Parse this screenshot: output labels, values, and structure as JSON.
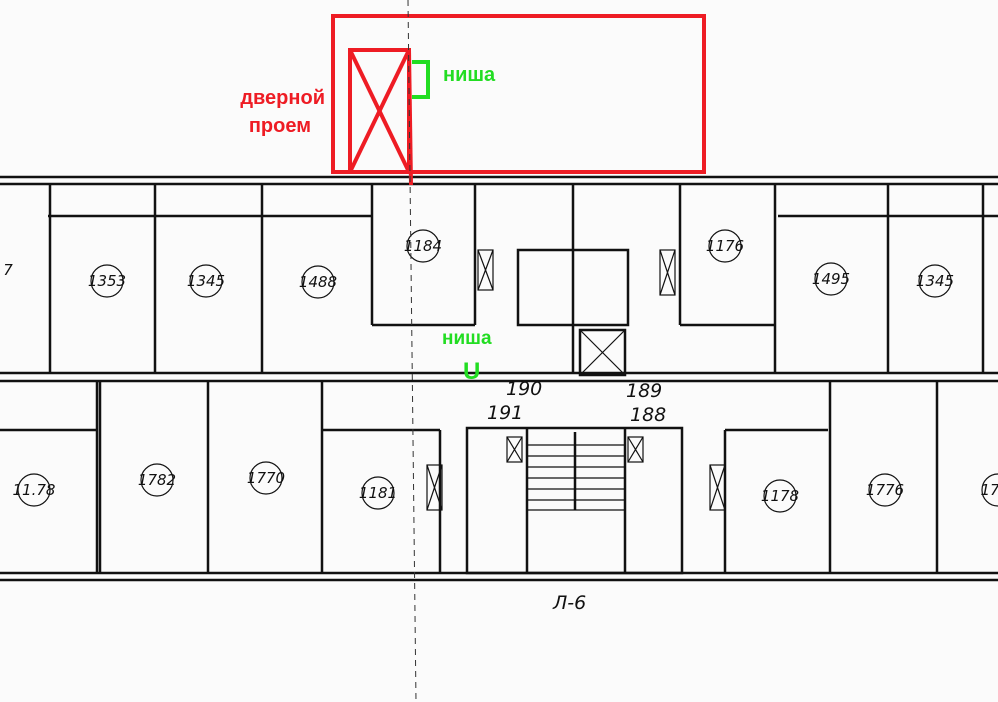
{
  "annotations": {
    "door_opening": [
      "дверной",
      "проем"
    ],
    "niche_top": "ниша",
    "niche_corridor": "ниша",
    "niche_symbol": "U",
    "colors": {
      "red": "#ee1c24",
      "green": "#22dd22"
    }
  },
  "rooms_upper": [
    "1353",
    "1345",
    "1488",
    "1184",
    "1176",
    "1495",
    "1345"
  ],
  "rooms_lower": [
    "11.78",
    "1782",
    "1770",
    "1181",
    "1178",
    "1776",
    "17"
  ],
  "stair_marks": [
    "190",
    "191",
    "189",
    "188"
  ],
  "axis_label": "Л-6",
  "edge_label": "7"
}
